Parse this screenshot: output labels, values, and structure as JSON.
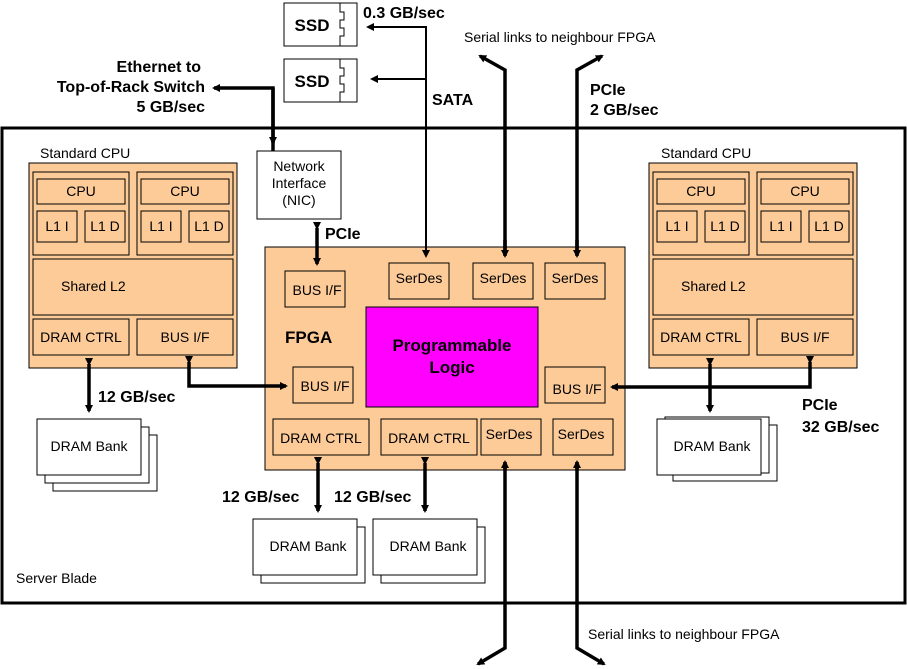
{
  "title": "FPGA-accelerated server blade architecture",
  "labels": {
    "server_blade": "Server Blade",
    "standard_cpu_left": "Standard CPU",
    "standard_cpu_right": "Standard CPU",
    "cpu": "CPU",
    "l1i": "L1 I",
    "l1d": "L1 D",
    "shared_l2": "Shared L2",
    "dram_ctrl": "DRAM CTRL",
    "bus_if": "BUS I/F",
    "dram_bank": "DRAM Bank",
    "nic_line1": "Network",
    "nic_line2": "Interface",
    "nic_line3": "(NIC)",
    "ssd": "SSD",
    "fpga": "FPGA",
    "serdes": "SerDes",
    "programmable_logic_line1": "Programmable",
    "programmable_logic_line2": "Logic"
  },
  "links": {
    "ethernet_line1": "Ethernet to",
    "ethernet_line2": "Top-of-Rack Switch",
    "ethernet_speed": "5 GB/sec",
    "ssd_speed": "0.3 GB/sec",
    "sata": "SATA",
    "serial_top": "Serial links to neighbour FPGA",
    "serial_bottom": "Serial links to neighbour FPGA",
    "pcie_top": "PCIe",
    "pcie_top_speed": "2 GB/sec",
    "pcie_nic": "PCIe",
    "cpu_dram_speed": "12 GB/sec",
    "fpga_dram_speed_1": "12 GB/sec",
    "fpga_dram_speed_2": "12 GB/sec",
    "pcie_right": "PCIe",
    "pcie_right_speed": "32 GB/sec"
  },
  "colors": {
    "component_fill": "#fdcb98",
    "programmable_logic": "#ff00ff",
    "wire": "#000000"
  }
}
